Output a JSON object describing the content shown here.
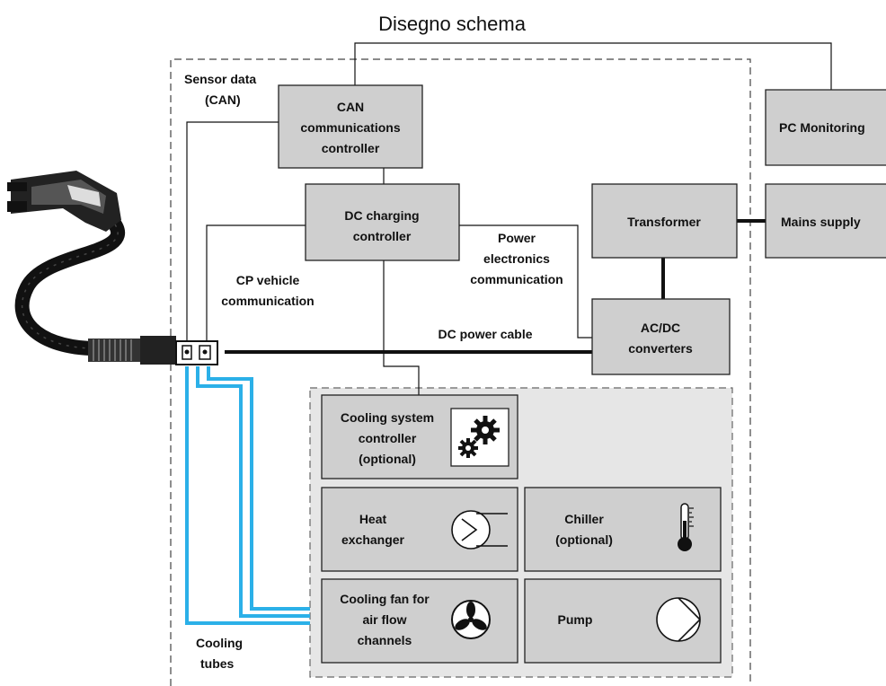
{
  "title": "Disegno schema",
  "boxes": {
    "can": [
      "CAN",
      "communications",
      "controller"
    ],
    "pc": [
      "PC Monitoring"
    ],
    "dc": [
      "DC charging",
      "controller"
    ],
    "transformer": [
      "Transformer"
    ],
    "mains": [
      "Mains supply"
    ],
    "acdc": [
      "AC/DC",
      "converters"
    ],
    "cooling_ctrl": [
      "Cooling system",
      "controller",
      "(optional)"
    ],
    "heat": [
      "Heat",
      "exchanger"
    ],
    "chiller": [
      "Chiller",
      "(optional)"
    ],
    "fan": [
      "Cooling fan for",
      "air flow",
      "channels"
    ],
    "pump": [
      "Pump"
    ]
  },
  "labels": {
    "sensor": [
      "Sensor data",
      "(CAN)"
    ],
    "cp": [
      "CP vehicle",
      "communication"
    ],
    "power": [
      "Power",
      "electronics",
      "communication"
    ],
    "dc_cable": [
      "DC power cable"
    ],
    "tubes": [
      "Cooling",
      "tubes"
    ]
  },
  "icons": {
    "charger": "charging-connector-icon",
    "gears": "gears-icon",
    "heat": "heat-exchanger-icon",
    "chiller": "thermometer-icon",
    "fan": "fan-icon",
    "pump": "pump-icon"
  },
  "colors": {
    "box": "#cfcfcf",
    "tube": "#2bb0e8",
    "cooling_area": "#e6e6e6"
  }
}
